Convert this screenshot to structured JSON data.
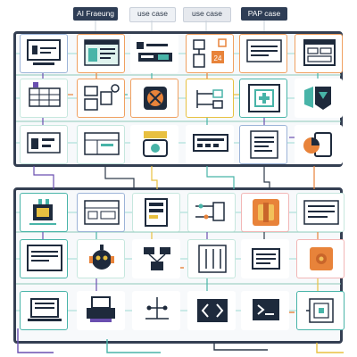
{
  "header": {
    "tabs": [
      {
        "label": "AI Fraeung"
      },
      {
        "label": "use case"
      },
      {
        "label": "use case"
      },
      {
        "label": "PAP case"
      }
    ]
  },
  "colors": {
    "panel_border": "#343f52",
    "accent_orange": "#e8833a",
    "accent_teal": "#48b4a8",
    "accent_purple": "#6a4fb0",
    "accent_yellow": "#e8c040",
    "icon_dark": "#1e2a3c"
  },
  "diagram": {
    "top_panel": {
      "rows": [
        [
          {
            "icon": "terminal-window-icon"
          },
          {
            "icon": "document-window-icon"
          },
          {
            "icon": "process-list-icon"
          },
          {
            "icon": "flowchart-icon",
            "badge": "24"
          },
          {
            "icon": "browser-window-icon"
          },
          {
            "icon": "grid-window-icon"
          }
        ],
        [
          {
            "icon": "table-icon"
          },
          {
            "icon": "component-gear-icon"
          },
          {
            "icon": "target-icon"
          },
          {
            "icon": "tree-connector-icon"
          },
          {
            "icon": "medical-screen-icon"
          },
          {
            "icon": "shield-icon"
          }
        ],
        [
          {
            "icon": "database-screen-icon"
          },
          {
            "icon": "layout-icon"
          },
          {
            "icon": "stack-icon"
          },
          {
            "icon": "form-icon"
          },
          {
            "icon": "text-document-icon"
          },
          {
            "icon": "pie-chart-icon"
          }
        ]
      ]
    },
    "bottom_panel": {
      "rows": [
        [
          {
            "icon": "chip-icon"
          },
          {
            "icon": "blueprint-icon"
          },
          {
            "icon": "server-rack-icon"
          },
          {
            "icon": "circuit-icon"
          },
          {
            "icon": "orange-block-icon"
          },
          {
            "icon": "notes-icon"
          }
        ],
        [
          {
            "icon": "monitor-icon"
          },
          {
            "icon": "robot-icon"
          },
          {
            "icon": "tree-flow-icon"
          },
          {
            "icon": "pipeline-icon"
          },
          {
            "icon": "document-list-icon"
          },
          {
            "icon": "orange-gear-icon"
          }
        ],
        [
          {
            "icon": "laptop-icon"
          },
          {
            "icon": "printer-icon"
          },
          {
            "icon": "branch-icon"
          },
          {
            "icon": "code-tag-icon"
          },
          {
            "icon": "terminal-icon"
          },
          {
            "icon": "keypad-icon"
          }
        ]
      ]
    }
  }
}
